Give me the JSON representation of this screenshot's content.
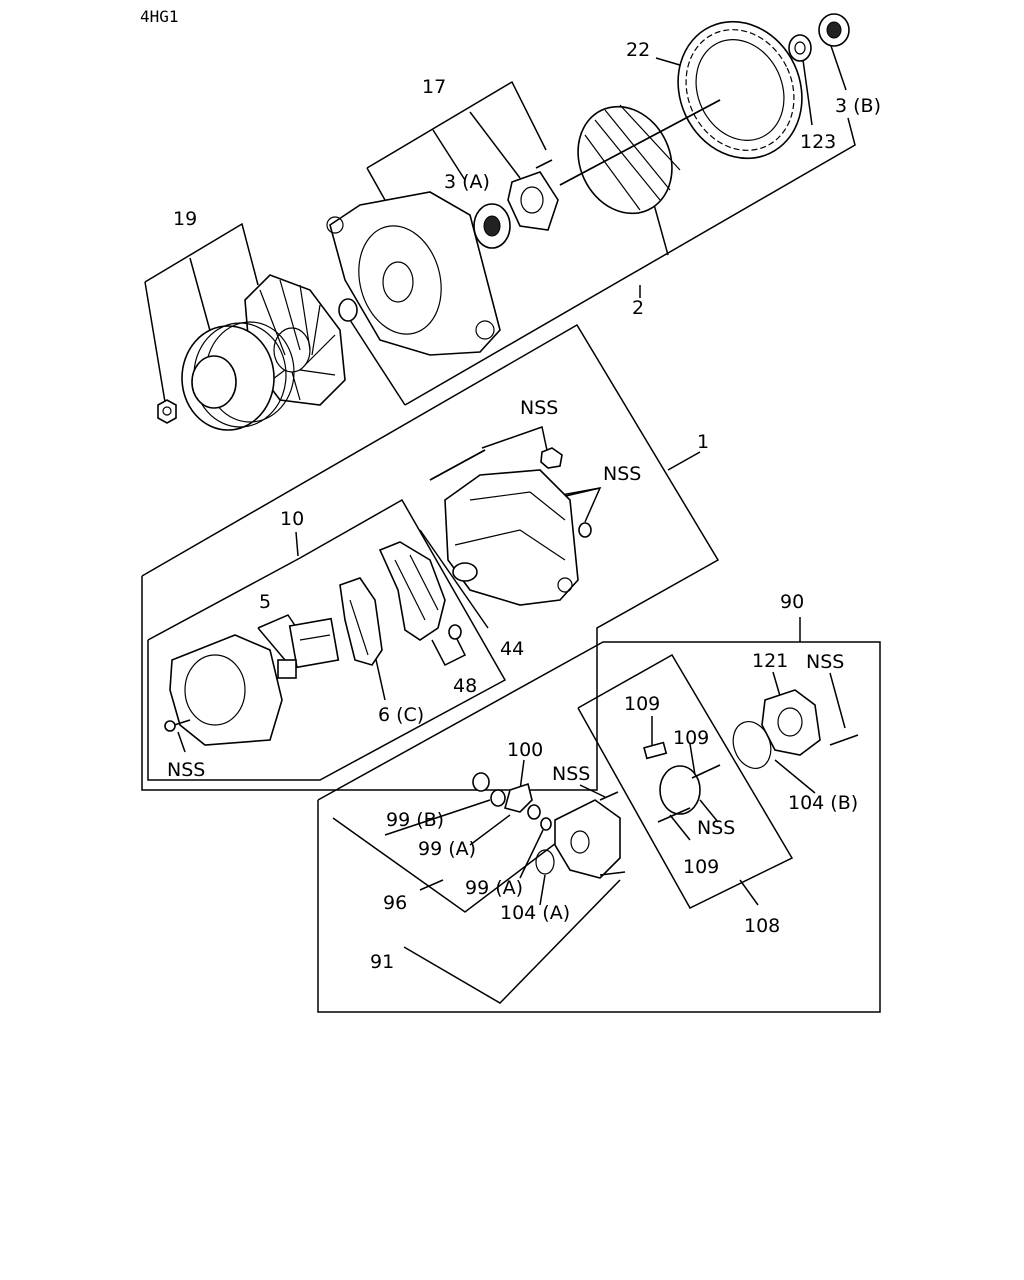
{
  "header": {
    "code": "4HG1"
  },
  "callouts": {
    "c17": "17",
    "c22": "22",
    "c3a": "3 (A)",
    "c3b": "3 (B)",
    "c123": "123",
    "c19": "19",
    "c2": "2",
    "c1": "1",
    "cnss1": "NSS",
    "cnss2": "NSS",
    "c10": "10",
    "c5": "5",
    "c44": "44",
    "c48": "48",
    "c6c": "6 (C)",
    "cnss3": "NSS",
    "c90": "90",
    "c121": "121",
    "cnss4": "NSS",
    "c109a": "109",
    "c109b": "109",
    "c109c": "109",
    "cnss5": "NSS",
    "c104b": "104 (B)",
    "c108": "108",
    "c100": "100",
    "cnss6": "NSS",
    "c99b": "99 (B)",
    "c99a1": "99 (A)",
    "c99a2": "99 (A)",
    "c96": "96",
    "c104a": "104 (A)",
    "c91": "91"
  }
}
